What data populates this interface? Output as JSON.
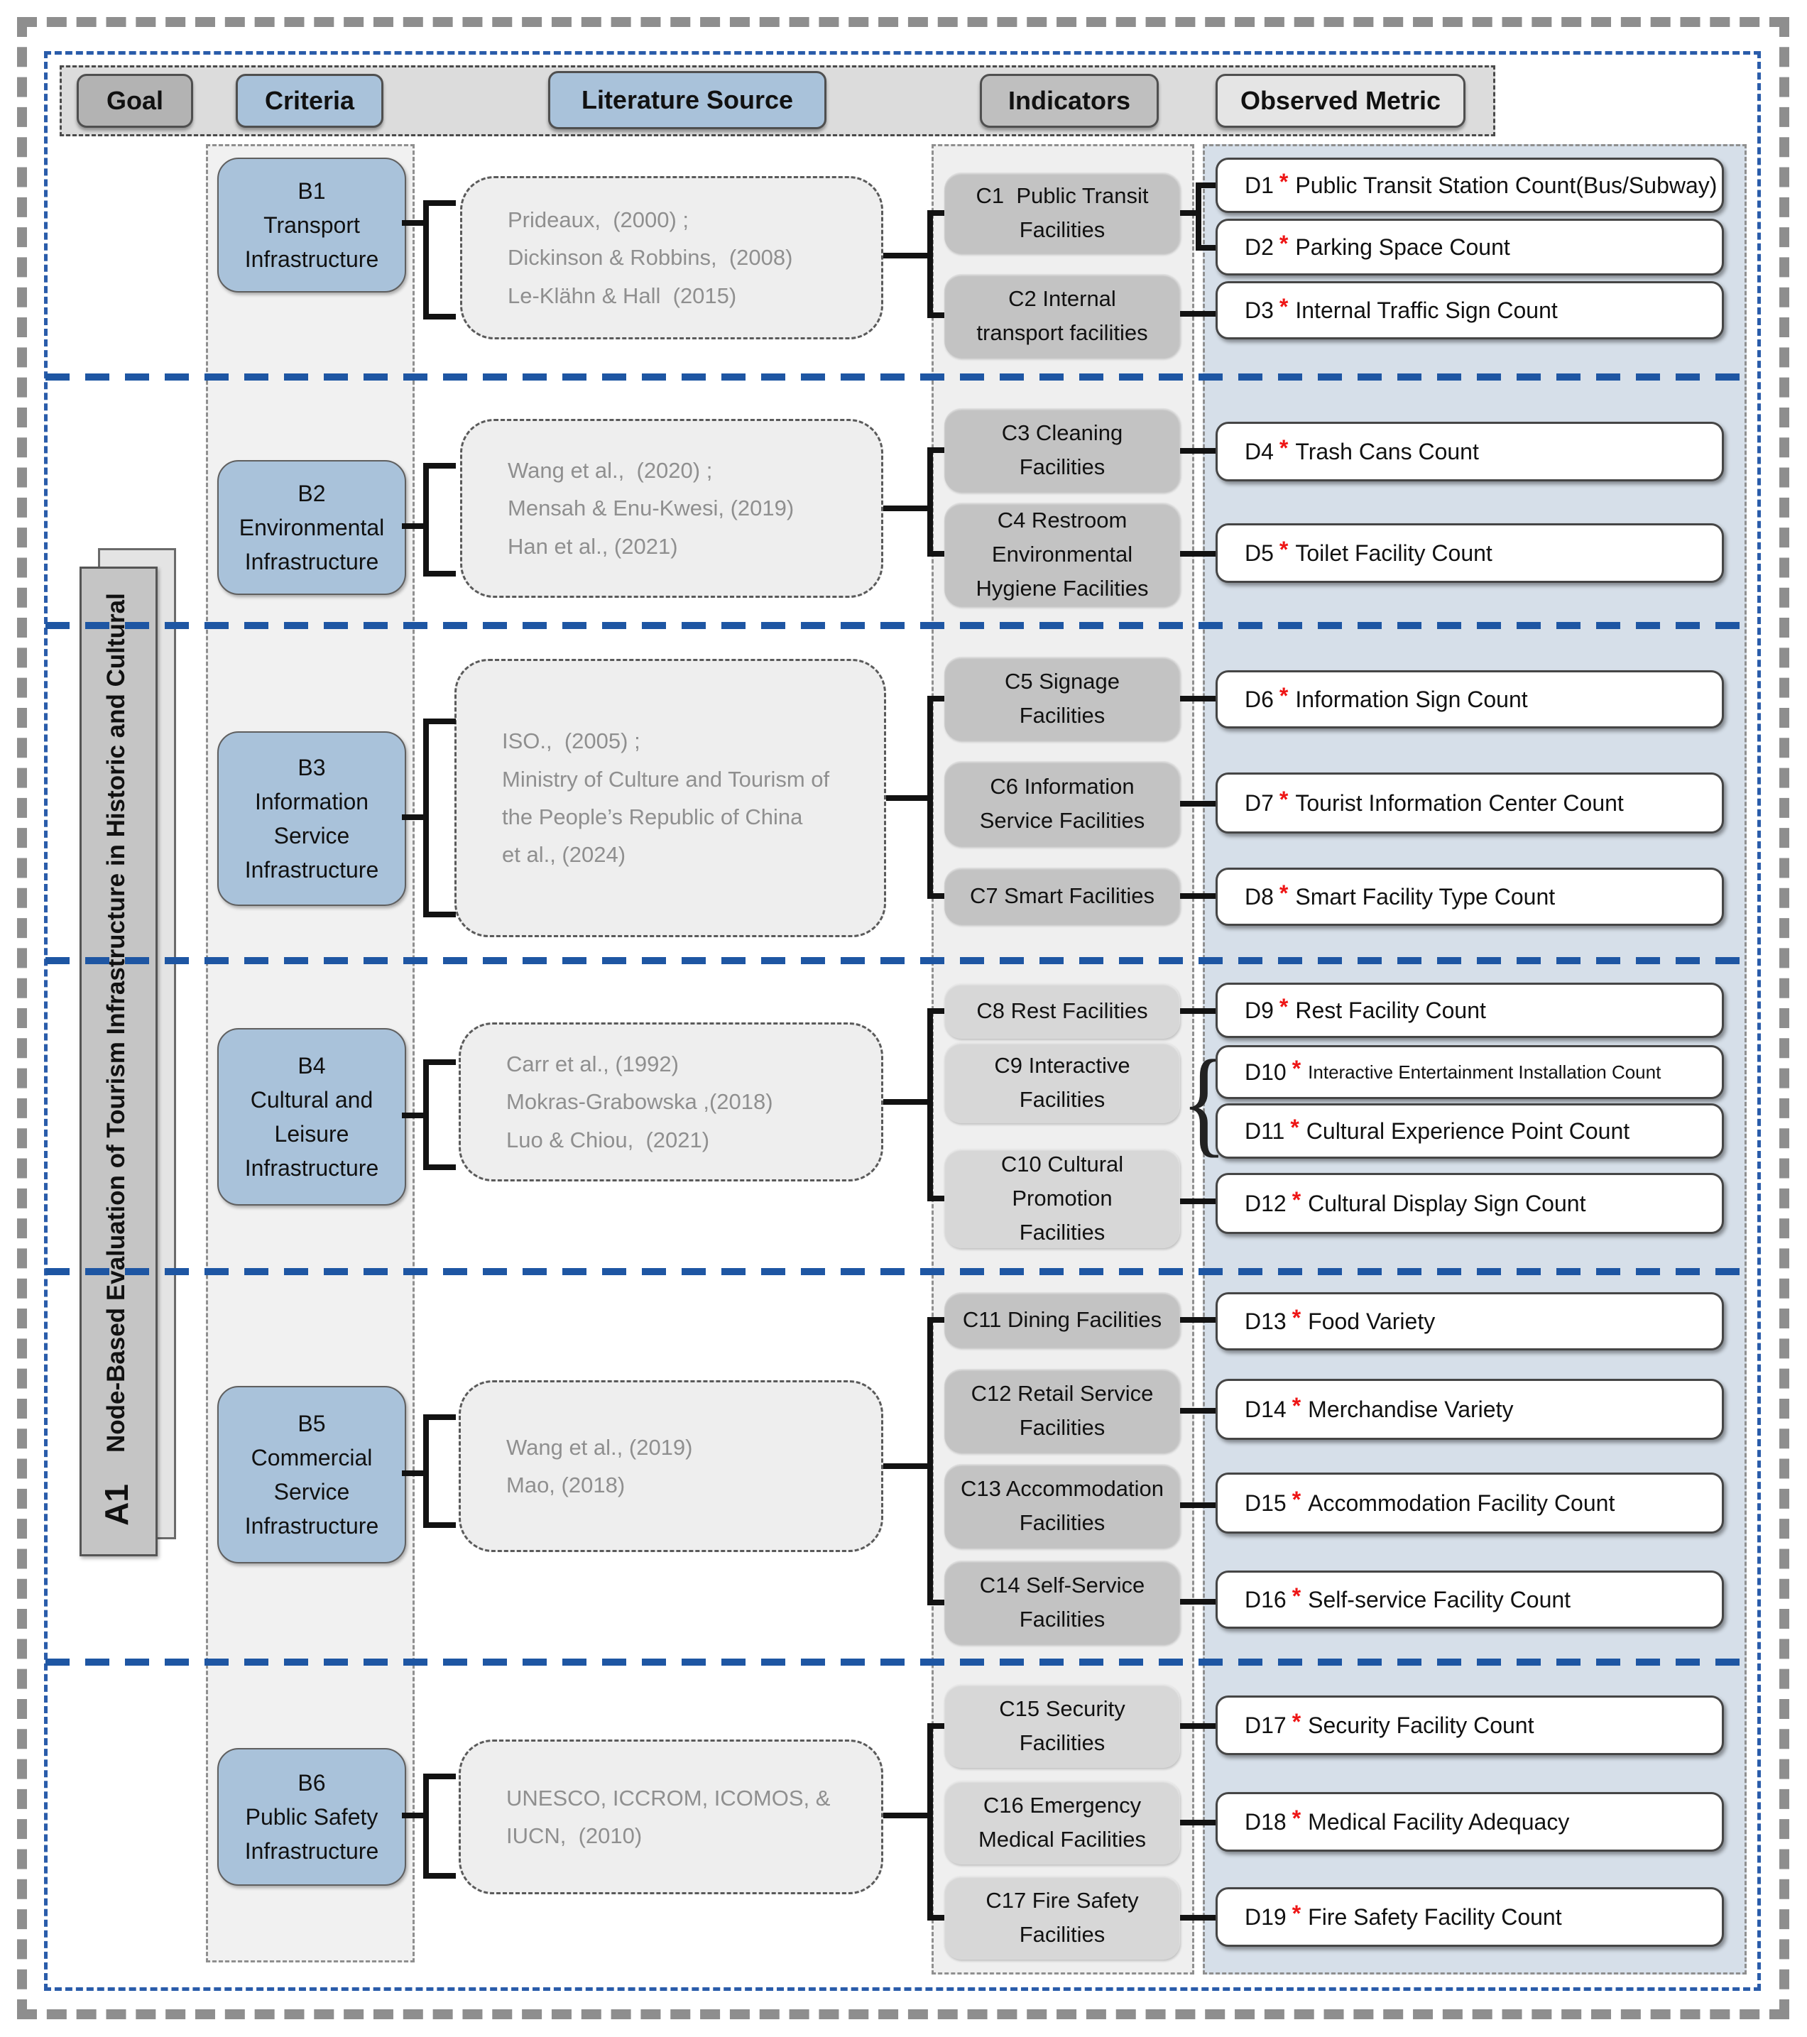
{
  "header": {
    "goal": "Goal",
    "criteria": "Criteria",
    "literature_source": "Literature Source",
    "indicators": "Indicators",
    "observed_metric": "Observed Metric"
  },
  "goal": {
    "code": "A1",
    "title": "Node-Based Evaluation of Tourism Infrastructure in Historic and Cultural"
  },
  "symbols": {
    "star": "*",
    "brace": "{"
  },
  "colors": {
    "criteria_blue": "#a9c2da",
    "metric_panel_blue": "#d6dfe9",
    "separator_blue": "#1e56a3",
    "star_red": "#ee1515",
    "frame_gray": "#8e8e8e"
  },
  "sections": [
    {
      "criteria_lines": [
        "B1",
        "Transport",
        "Infrastructure"
      ],
      "literature_lines": [
        "Prideaux,  (2000) ;",
        "Dickinson & Robbins,  (2008)",
        "Le-Klähn & Hall  (2015)"
      ],
      "indicators": [
        {
          "lines": [
            "C1  Public Transit",
            "Facilities"
          ]
        },
        {
          "lines": [
            "C2 Internal",
            "transport facilities"
          ]
        }
      ],
      "metrics": [
        {
          "code": "D1",
          "name": "Public Transit Station Count(Bus/Subway)"
        },
        {
          "code": "D2",
          "name": "Parking Space Count"
        },
        {
          "code": "D3",
          "name": "Internal Traffic Sign Count"
        }
      ]
    },
    {
      "criteria_lines": [
        "B2",
        "Environmental",
        "Infrastructure"
      ],
      "literature_lines": [
        "Wang et al.,  (2020) ;",
        "Mensah & Enu-Kwesi, (2019)",
        "Han et al., (2021)"
      ],
      "indicators": [
        {
          "lines": [
            "C3 Cleaning",
            "Facilities"
          ]
        },
        {
          "lines": [
            "C4 Restroom",
            "Environmental",
            "Hygiene Facilities"
          ]
        }
      ],
      "metrics": [
        {
          "code": "D4",
          "name": "Trash Cans Count"
        },
        {
          "code": "D5",
          "name": "Toilet Facility Count"
        }
      ]
    },
    {
      "criteria_lines": [
        "B3",
        "Information",
        "Service",
        "Infrastructure"
      ],
      "literature_lines": [
        "ISO.,  (2005) ;",
        "Ministry of Culture and Tourism of",
        "the People’s Republic of China",
        "et al., (2024)"
      ],
      "indicators": [
        {
          "lines": [
            "C5 Signage",
            "Facilities"
          ]
        },
        {
          "lines": [
            "C6 Information",
            "Service Facilities"
          ]
        },
        {
          "lines": [
            "C7 Smart Facilities"
          ]
        }
      ],
      "metrics": [
        {
          "code": "D6",
          "name": "Information Sign Count"
        },
        {
          "code": "D7",
          "name": "Tourist Information Center Count"
        },
        {
          "code": "D8",
          "name": "Smart Facility Type Count"
        }
      ]
    },
    {
      "criteria_lines": [
        "B4",
        "Cultural and",
        "Leisure",
        "Infrastructure"
      ],
      "literature_lines": [
        "Carr et al., (1992)",
        "Mokras-Grabowska ,(2018)",
        "Luo & Chiou,  (2021)"
      ],
      "indicators": [
        {
          "lines": [
            "C8 Rest Facilities"
          ]
        },
        {
          "lines": [
            "C9 Interactive",
            "Facilities"
          ]
        },
        {
          "lines": [
            "C10 Cultural",
            "Promotion",
            "Facilities"
          ]
        }
      ],
      "metrics": [
        {
          "code": "D9",
          "name": "Rest Facility Count"
        },
        {
          "code": "D10",
          "name": "Interactive Entertainment Installation Count"
        },
        {
          "code": "D11",
          "name": "Cultural Experience Point Count"
        },
        {
          "code": "D12",
          "name": "Cultural Display Sign Count"
        }
      ]
    },
    {
      "criteria_lines": [
        "B5",
        "Commercial",
        "Service",
        "Infrastructure"
      ],
      "literature_lines": [
        "Wang et al., (2019)",
        "Mao, (2018)"
      ],
      "indicators": [
        {
          "lines": [
            "C11 Dining Facilities"
          ]
        },
        {
          "lines": [
            "C12 Retail Service",
            "Facilities"
          ]
        },
        {
          "lines": [
            "C13 Accommodation",
            "Facilities"
          ]
        },
        {
          "lines": [
            "C14 Self-Service",
            "Facilities"
          ]
        }
      ],
      "metrics": [
        {
          "code": "D13",
          "name": "Food Variety"
        },
        {
          "code": "D14",
          "name": "Merchandise Variety"
        },
        {
          "code": "D15",
          "name": "Accommodation Facility Count"
        },
        {
          "code": "D16",
          "name": "Self-service Facility Count"
        }
      ]
    },
    {
      "criteria_lines": [
        "B6",
        "Public Safety",
        "Infrastructure"
      ],
      "literature_lines": [
        "UNESCO, ICCROM, ICOMOS, &",
        "IUCN,  (2010)"
      ],
      "indicators": [
        {
          "lines": [
            "C15 Security",
            "Facilities"
          ]
        },
        {
          "lines": [
            "C16 Emergency",
            "Medical Facilities"
          ]
        },
        {
          "lines": [
            "C17 Fire Safety",
            "Facilities"
          ]
        }
      ],
      "metrics": [
        {
          "code": "D17",
          "name": "Security Facility Count"
        },
        {
          "code": "D18",
          "name": "Medical Facility Adequacy"
        },
        {
          "code": "D19",
          "name": "Fire Safety Facility Count"
        }
      ]
    }
  ]
}
